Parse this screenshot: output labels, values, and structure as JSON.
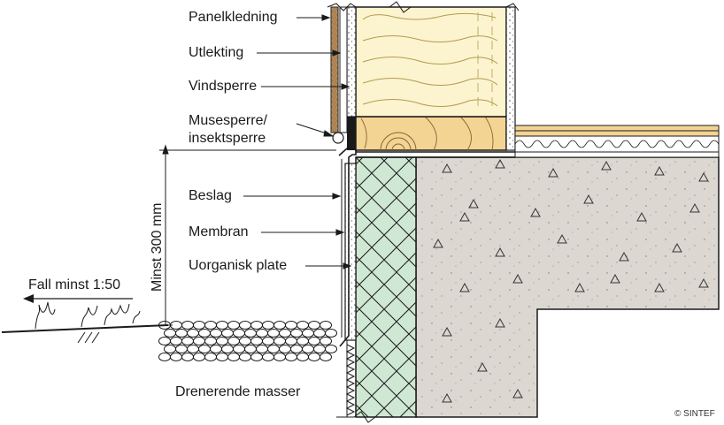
{
  "labels": {
    "panelkledning": "Panelkledning",
    "utlekting": "Utlekting",
    "vindsperre": "Vindsperre",
    "musesperre_line1": "Musesperre/",
    "musesperre_line2": "insektsperre",
    "beslag": "Beslag",
    "membran": "Membran",
    "uorganisk_plate": "Uorganisk plate",
    "minst_300": "Minst 300 mm",
    "fall": "Fall minst 1:50",
    "drenerende": "Drenerende masser",
    "copyright": "© SINTEF"
  },
  "colors": {
    "insulation": "#fbf4cf",
    "timber": "#f3d493",
    "concrete": "#dcd8d1",
    "xps": "#cfe8d3",
    "line": "#1a1a1a",
    "cladding": "#b58a5a"
  }
}
